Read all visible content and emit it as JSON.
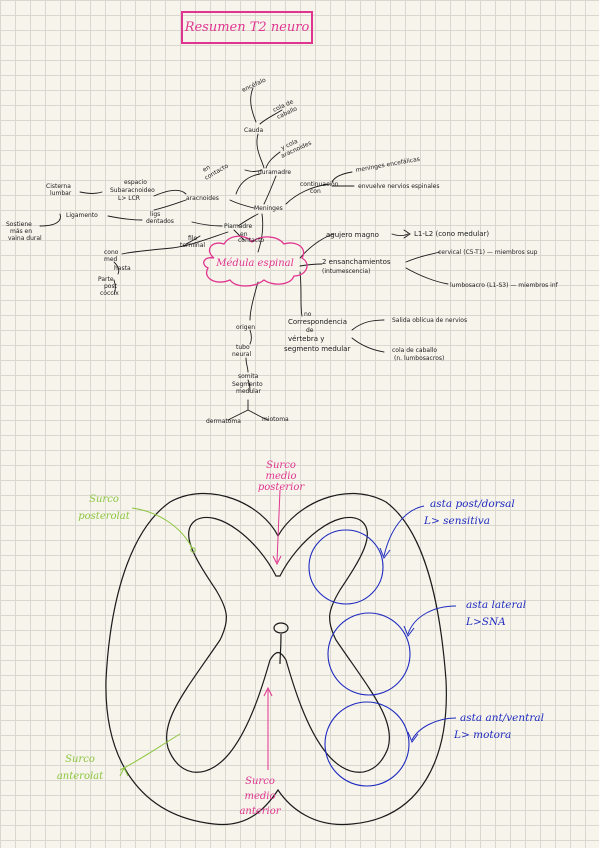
{
  "title": "Resumen T2 neuro",
  "mindmap": {
    "center": "Médula espinal",
    "nodes": {
      "encefalo": "encéfalo",
      "cola_caballo_top": [
        "cola de",
        "caballo"
      ],
      "cauda_equina": "Cauda",
      "duramadre_top": [
        "y cola",
        "aracnoides"
      ],
      "en_contacto": [
        "en",
        "contacto"
      ],
      "duramadre": "duramadre",
      "meninges_encefalicas": "meninges encefálicas",
      "continuacion": [
        "continuación",
        "con"
      ],
      "cisterna_lumbar": [
        "Cisterna",
        "lumbar"
      ],
      "espacio_subaracnoideo": [
        "espacio",
        "Subaracnoideo",
        "L> LCR"
      ],
      "aracnoides": "aracnoides",
      "envuelve": "envuelve nervios espinales",
      "meninges": "Meninges",
      "ligamento_dentado": "Ligamento",
      "sostiene": [
        "Sostiene",
        "más en",
        "vaina dural"
      ],
      "ligas_dentados": [
        "ligs",
        "dentados"
      ],
      "piamadre": "Piamadre",
      "en_contacto2": [
        "en",
        "contacto"
      ],
      "filo_terminal": [
        "filo",
        "terminal"
      ],
      "cono_med": [
        "cono",
        "med"
      ],
      "hasta": "hasta",
      "parte_post_coccix": [
        "Parte",
        "post",
        "cóccix"
      ],
      "agujero_magno": "agujero magno",
      "l1_l2": "L1-L2 (cono medular)",
      "ensanchamientos": [
        "2 ensanchamientos",
        "(intumescencia)"
      ],
      "cervical": "cervical (C5-T1) — miembros sup",
      "lumbosacro": "lumbosacro (L1-S3) — miembros inf",
      "origen": "origen",
      "tubo_neural": [
        "tubo",
        "neural"
      ],
      "somita": "somita",
      "segmento": [
        "Segmento",
        "medular"
      ],
      "dermatoma": "dermatoma",
      "miotoma": "miotoma",
      "no_correspondencia": [
        "no",
        "Correspondencia",
        "de",
        "vértebra y",
        "segmento medular"
      ],
      "salida_oblicua": "Salida oblicua de nervios",
      "cola_caballo": [
        "cola de caballo",
        "(n. lumbosacros)"
      ]
    }
  },
  "cross_section": {
    "labels": {
      "surco_medio_posterior": [
        "Surco",
        "medio",
        "posterior"
      ],
      "surco_posterolat": [
        "Surco",
        "posterolat"
      ],
      "surco_anterolat": [
        "Surco",
        "anterolat"
      ],
      "surco_medio_anterior": [
        "Surco",
        "medio",
        "anterior"
      ],
      "asta_post": [
        "asta post/dorsal",
        "L> sensitiva"
      ],
      "asta_lateral": [
        "asta lateral",
        "L>SNA"
      ],
      "asta_ant": [
        "asta ant/ventral",
        "L> motora"
      ]
    }
  },
  "colors": {
    "pink": "#e0358f",
    "green": "#8cc63f",
    "blue": "#1f2bbf",
    "ink": "#1b1b1b"
  }
}
